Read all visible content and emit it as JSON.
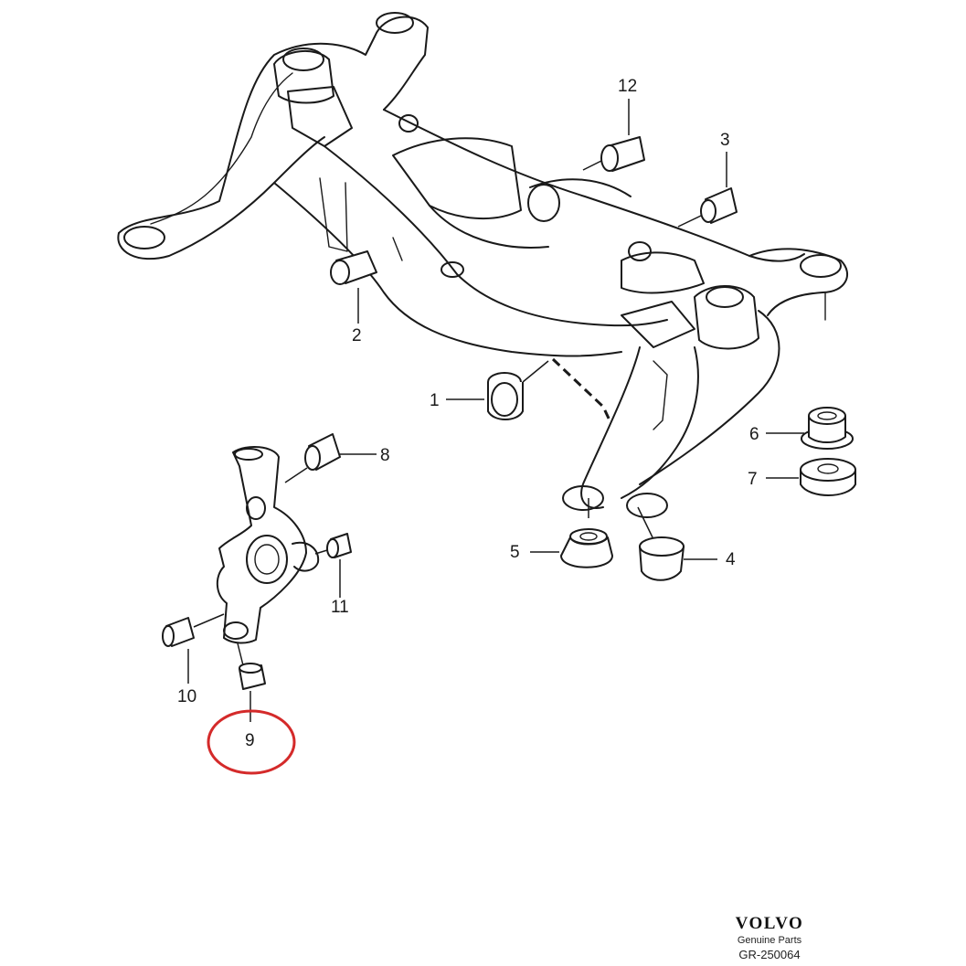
{
  "callouts": [
    "1",
    "2",
    "3",
    "4",
    "5",
    "6",
    "7",
    "8",
    "9",
    "10",
    "11",
    "12"
  ],
  "highlight": {
    "callout": "9",
    "color": "#d42a2a"
  },
  "brand": {
    "logo": "VOLVO",
    "subtitle": "Genuine Parts",
    "ref": "GR-250064"
  }
}
